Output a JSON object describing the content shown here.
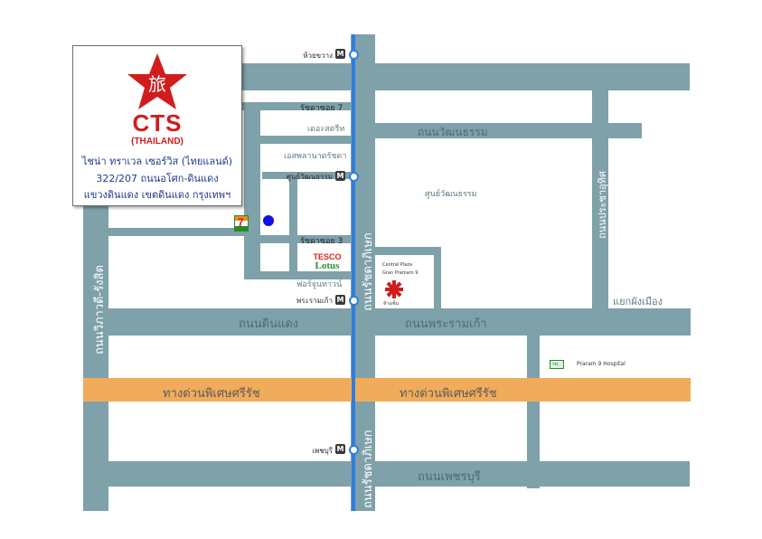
{
  "company": {
    "name": "CTS",
    "country": "(THAILAND)",
    "line1": "ไชน่า ทราเวล เซอร์วิส (ไทยแลนด์)",
    "line2": "322/207 ถนนอโศก-ดินแดง",
    "line3": "แขวงดินแดง เขตดินแดง กรุงเทพฯ",
    "logo_glyph": "旅",
    "colors": {
      "brand": "#d21c1c",
      "text": "#1f3a8a"
    }
  },
  "roads": {
    "din_daeng": "ถนนดินแดง",
    "rama9": "ถนนพระรามเก้า",
    "expressway_left": "ทางด่วนพิเศษศรีรัช",
    "expressway_right": "ทางด่วนพิเศษศรีรัช",
    "wattanatham": "ถนนวัฒนธรรม",
    "phetchaburi": "ถนนเพชรบุรี",
    "rachada_upper": "ถนนรัชดาภิเษก",
    "rachada_lower": "ถนนรัชดาภิเษก",
    "vibhavadi": "ถนนวิภาวดี-รังสิต",
    "pracha_uthit": "ถนนประชาอุทิศ",
    "soi7": "รัชดาซอย 7",
    "soi3": "รัชดาซอย 3",
    "junction": "แยกผังเมือง"
  },
  "landmarks": {
    "the_street": "เดอะสตรีท",
    "esplanade": "เอสพลานาดรัชดา",
    "cultural_center": "ศูนย์วัฒนธรรม",
    "fortune_town": "ฟอร์จูนทาวน์",
    "tesco_a": "TESCO",
    "tesco_b": "Lotus",
    "central_a": "Central Plaza",
    "central_b": "Gran Pramam 9",
    "central_logo_text": "ห้างเซ็น",
    "hospital": "Praram 9 Hospital",
    "hospital_sign": "รพ.",
    "seven_eleven": "7"
  },
  "stations": {
    "huai_khwang": "ห้วยขวาง",
    "cultural_center": "ศูนย์วัฒนธรรม",
    "rama9": "พระรามเก้า",
    "phetchaburi": "เพชบุรี",
    "mrt_symbol": "M"
  },
  "colors": {
    "road": "#7fa1a9",
    "mrt_line": "#2f7de0",
    "expressway": "#f0ac5a",
    "location_marker": "#1010e0"
  }
}
